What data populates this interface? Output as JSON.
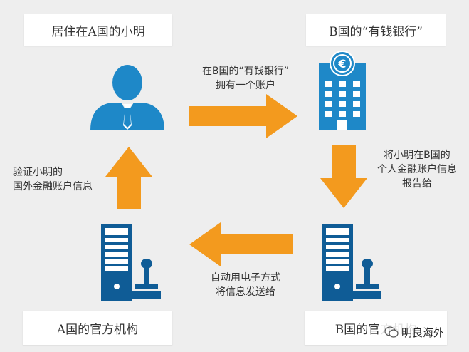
{
  "nodes": {
    "xiaoming": "居住在A国的小明",
    "bank": "B国的“有钱银行”",
    "agency_a": "A国的官方机构",
    "agency_b": "B国的官方机构"
  },
  "edges": {
    "top": [
      "在B国的“有钱银行”",
      "拥有一个账户"
    ],
    "right": [
      "将小明在B国的",
      "个人金融账户信息",
      "报告给"
    ],
    "bottom": [
      "自动用电子方式",
      "将信息发送给"
    ],
    "left": [
      "验证小明的",
      "国外金融账户信息"
    ]
  },
  "watermark": "明良海外",
  "colors": {
    "icon_blue": "#1e88c8",
    "arrow_orange": "#f39a1e",
    "server_dark": "#0f5c96",
    "background": "#eeeeee"
  }
}
